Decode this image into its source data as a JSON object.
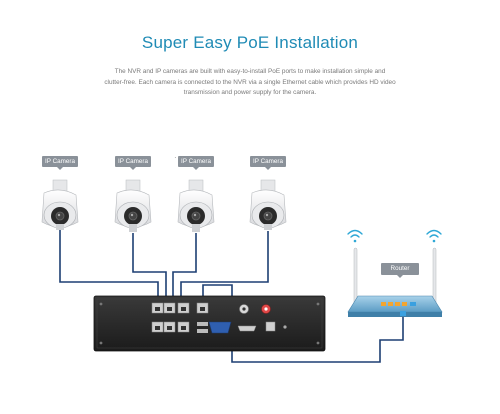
{
  "header": {
    "title": "Super Easy PoE Installation",
    "description_lines": [
      "The NVR and IP cameras are built with easy-to-install PoE ports to make installation simple and",
      "clutter-free. Each camera is connected to the NVR via a single Ethernet cable which provides HD video",
      "transmission and power supply for the camera."
    ]
  },
  "cameras": [
    {
      "label": "IP Camera"
    },
    {
      "label": "IP Camera"
    },
    {
      "label": "IP Camera"
    },
    {
      "label": "IP Camera"
    }
  ],
  "ellipsis": "·····",
  "router": {
    "label": "Router"
  },
  "colors": {
    "title": "#1f8bb5",
    "cable": "#1d3f73",
    "router_body": "#7fb6d6",
    "nvr_body": "#2a2a2a",
    "wifi": "#2fa8d6",
    "tag_bg": "#8a9199"
  }
}
